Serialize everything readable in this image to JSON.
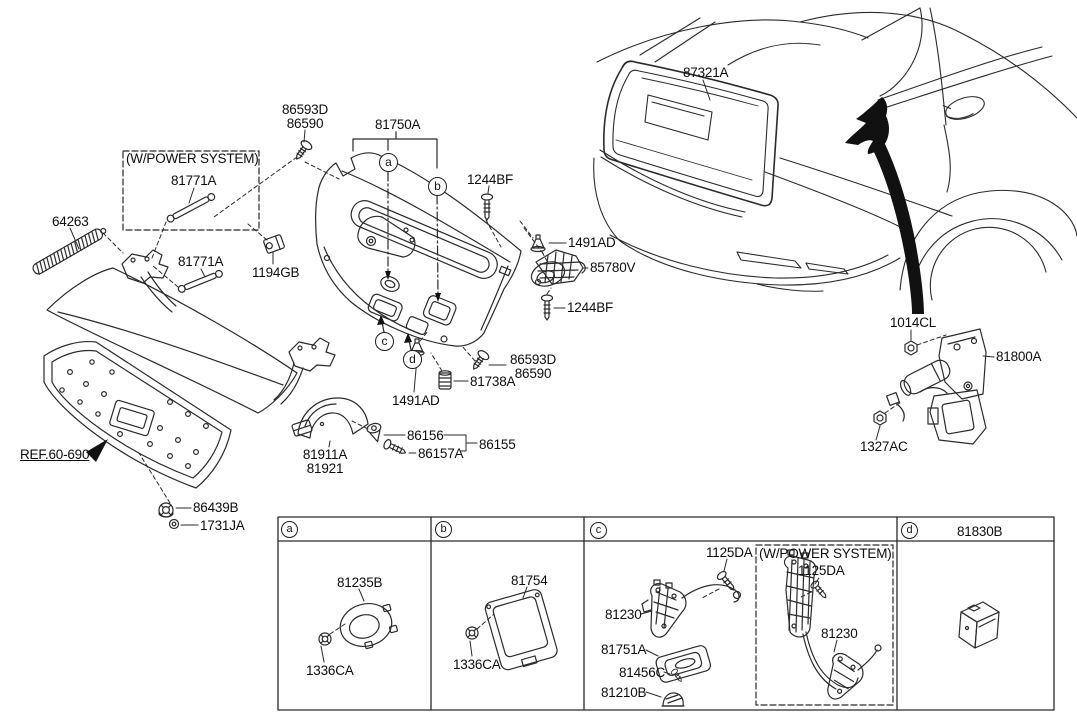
{
  "diagram": {
    "background": "#ffffff",
    "line_color": "#2a2a2a",
    "ref_callout": "REF.60-690",
    "power_system_note": "(W/POWER SYSTEM)",
    "parts": {
      "main_64263": "64263",
      "main_81771a_upper": "81771A",
      "main_81771a_lower": "81771A",
      "main_86593d_top": "86593D",
      "main_86590_top": "86590",
      "main_81750a": "81750A",
      "main_1244bf_top": "1244BF",
      "main_1491ad_right": "1491AD",
      "main_85780v": "85780V",
      "main_1244bf_mid": "1244BF",
      "main_1194gb": "1194GB",
      "main_86593d_bottom": "86593D",
      "main_86590_bottom": "86590",
      "main_81738a": "81738A",
      "main_1491ad_bottom": "1491AD",
      "main_86156": "86156",
      "main_86157a": "86157A",
      "main_86155": "86155",
      "main_81911a": "81911A",
      "main_81921": "81921",
      "main_86439b": "86439B",
      "main_1731ja": "1731JA",
      "main_87321a": "87321A",
      "main_1014cl": "1014CL",
      "main_81800a": "81800A",
      "main_1327ac": "1327AC"
    },
    "callouts": {
      "a": "a",
      "b": "b",
      "c": "c",
      "d": "d"
    }
  },
  "table": {
    "cells": [
      {
        "id": "a",
        "ring": "81235B",
        "nut": "1336CA"
      },
      {
        "id": "b",
        "cover": "81754",
        "nut": "1336CA"
      },
      {
        "id": "c",
        "bolt": "1125DA",
        "latch": "81230",
        "trim": "81751A",
        "screw": "81456C",
        "bumper": "81210B",
        "power_note": "(W/POWER SYSTEM)",
        "power_bolt": "1125DA",
        "power_latch": "81230"
      },
      {
        "id": "d",
        "part": "81830B"
      }
    ]
  }
}
